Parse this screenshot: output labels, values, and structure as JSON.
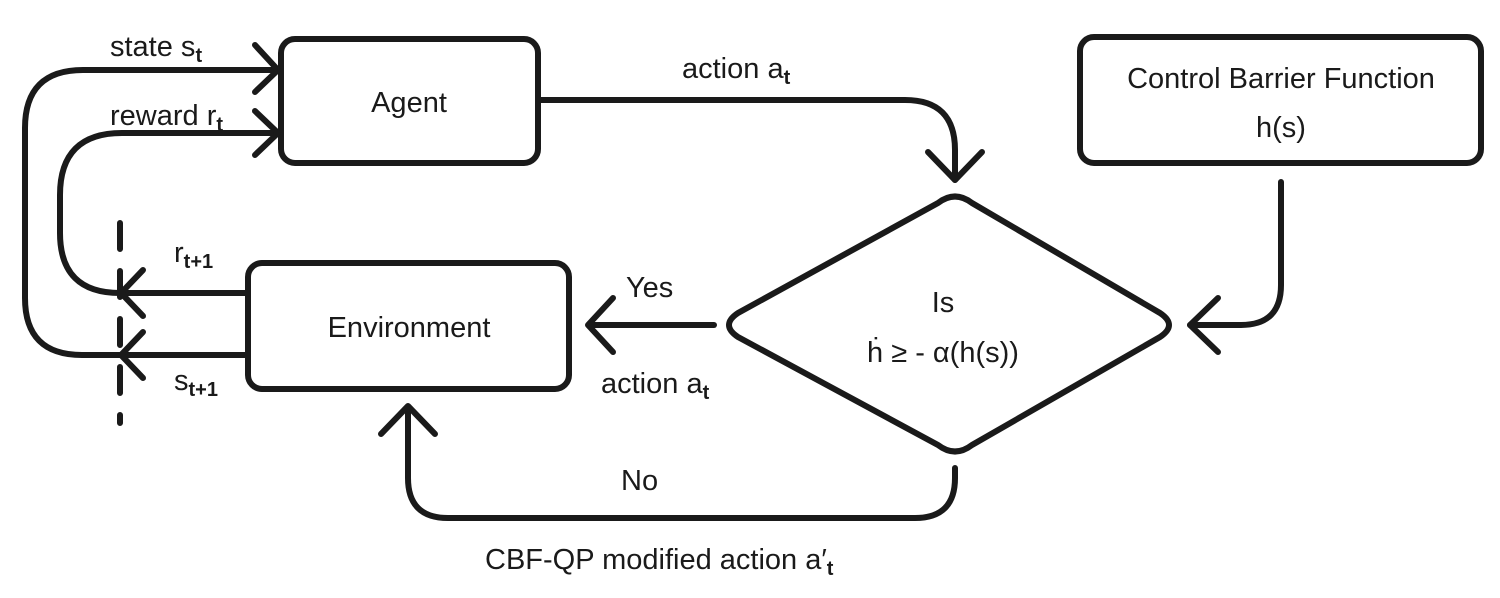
{
  "nodes": {
    "agent": {
      "label": "Agent"
    },
    "environment": {
      "label": "Environment"
    },
    "cbf": {
      "line1": "Control Barrier Function",
      "line2": "h(s)"
    },
    "decision": {
      "line1": "Is",
      "line2": "ḣ ≥ - α(h(s))"
    }
  },
  "edges": {
    "state": {
      "text": "state s",
      "sub": "t"
    },
    "reward": {
      "text": "reward r",
      "sub": "t"
    },
    "action_out": {
      "text": "action a",
      "sub": "t"
    },
    "action_in": {
      "text": "action a",
      "sub": "t"
    },
    "next_reward": {
      "text": "r",
      "sub": "t+1"
    },
    "next_state": {
      "text": "s",
      "sub": "t+1"
    },
    "modified": {
      "text": "CBF-QP modified action a′",
      "sub": "t"
    }
  },
  "branches": {
    "yes": {
      "label": "Yes",
      "color": "#22a455"
    },
    "no": {
      "label": "No",
      "color": "#e8482a"
    }
  },
  "colors": {
    "stroke": "#1a1a1a",
    "background": "#ffffff"
  }
}
